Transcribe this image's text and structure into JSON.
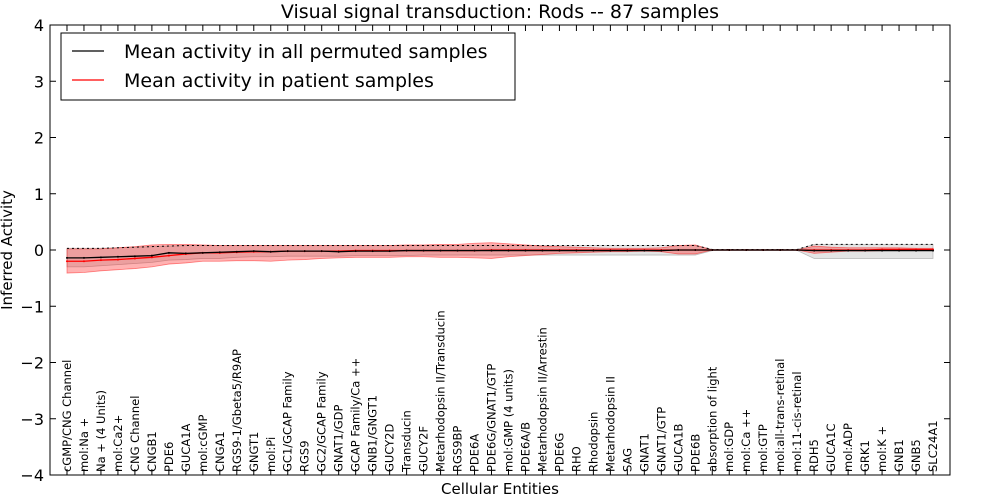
{
  "chart_data": {
    "type": "line",
    "title": "Visual signal transduction: Rods -- 87 samples",
    "xlabel": "Cellular Entities",
    "ylabel": "Inferred Activity",
    "ylim": [
      -4,
      4
    ],
    "yticks": [
      4,
      3,
      2,
      1,
      0,
      -1,
      -2,
      -3,
      -4
    ],
    "ytick_labels": [
      "4",
      "3",
      "2",
      "1",
      "0",
      "−1",
      "−2",
      "−3",
      "−4"
    ],
    "grid": false,
    "legend_position": "top-left",
    "categories": [
      "cGMP/CNG Channel",
      "mol:Na +",
      "Na + (4 Units)",
      "mol:Ca2+",
      "CNG Channel",
      "CNGB1",
      "PDE6",
      "GUCA1A",
      "mol:cGMP",
      "CNGA1",
      "RGS9-1/Gbeta5/R9AP",
      "GNGT1",
      "mol:Pi",
      "GC1/GCAP Family",
      "RGS9",
      "GC2/GCAP Family",
      "GNAT1/GDP",
      "GCAP Family/Ca ++",
      "GNB1/GNGT1",
      "GUCY2D",
      "Transducin",
      "GUCY2F",
      "Metarhodopsin II/Transducin",
      "RGS9BP",
      "PDE6A",
      "PDE6G/GNAT1/GTP",
      "mol:GMP (4 units)",
      "PDE6A/B",
      "Metarhodopsin II/Arrestin",
      "PDE6G",
      "RHO",
      "Rhodopsin",
      "Metarhodopsin II",
      "SAG",
      "GNAT1",
      "GNAT1/GTP",
      "GUCA1B",
      "PDE6B",
      "absorption of light",
      "mol:GDP",
      "mol:Ca ++",
      "mol:GTP",
      "mol:all-trans-retinal",
      "mol:11-cis-retinal",
      "RDH5",
      "GUCA1C",
      "mol:ADP",
      "GRK1",
      "mol:K +",
      "GNB1",
      "GNB5",
      "SLC24A1"
    ],
    "series": [
      {
        "name": "Mean activity in all permuted samples",
        "color": "#000000",
        "values": [
          -0.14,
          -0.14,
          -0.13,
          -0.12,
          -0.11,
          -0.1,
          -0.05,
          -0.06,
          -0.05,
          -0.04,
          -0.03,
          -0.02,
          -0.03,
          -0.02,
          -0.02,
          -0.02,
          -0.03,
          -0.02,
          -0.02,
          -0.02,
          -0.01,
          -0.01,
          -0.01,
          -0.01,
          -0.01,
          -0.01,
          -0.01,
          -0.01,
          -0.01,
          -0.01,
          -0.01,
          -0.01,
          -0.01,
          -0.01,
          -0.01,
          -0.01,
          0,
          0,
          0,
          0,
          0,
          0,
          0,
          0,
          -0.01,
          -0.01,
          -0.01,
          -0.01,
          -0.01,
          -0.01,
          -0.01,
          -0.01
        ],
        "band_low": [
          -0.3,
          -0.3,
          -0.28,
          -0.26,
          -0.24,
          -0.22,
          -0.18,
          -0.17,
          -0.15,
          -0.15,
          -0.13,
          -0.12,
          -0.12,
          -0.11,
          -0.11,
          -0.11,
          -0.11,
          -0.1,
          -0.1,
          -0.1,
          -0.1,
          -0.09,
          -0.09,
          -0.09,
          -0.09,
          -0.09,
          -0.09,
          -0.09,
          -0.09,
          -0.09,
          -0.09,
          -0.09,
          -0.09,
          -0.09,
          -0.09,
          -0.09,
          -0.09,
          -0.09,
          -0.01,
          -0.01,
          -0.01,
          -0.01,
          -0.01,
          -0.01,
          -0.15,
          -0.15,
          -0.15,
          -0.15,
          -0.15,
          -0.15,
          -0.15,
          -0.15
        ],
        "band_high": [
          0.03,
          0.03,
          0.03,
          0.04,
          0.05,
          0.06,
          0.07,
          0.08,
          0.08,
          0.08,
          0.08,
          0.08,
          0.08,
          0.08,
          0.08,
          0.08,
          0.08,
          0.08,
          0.08,
          0.08,
          0.08,
          0.08,
          0.08,
          0.08,
          0.08,
          0.08,
          0.08,
          0.08,
          0.08,
          0.08,
          0.08,
          0.08,
          0.08,
          0.08,
          0.08,
          0.08,
          0.08,
          0.08,
          0.01,
          0.01,
          0.01,
          0.01,
          0.01,
          0.01,
          0.1,
          0.1,
          0.1,
          0.1,
          0.1,
          0.1,
          0.1,
          0.1
        ]
      },
      {
        "name": "Mean activity in patient samples",
        "color": "#ff0000",
        "values": [
          -0.2,
          -0.2,
          -0.18,
          -0.17,
          -0.15,
          -0.13,
          -0.1,
          -0.07,
          -0.05,
          -0.05,
          -0.04,
          -0.03,
          -0.03,
          -0.02,
          -0.02,
          -0.02,
          -0.02,
          -0.01,
          -0.01,
          -0.01,
          -0.01,
          -0.01,
          -0.01,
          -0.01,
          -0.01,
          0,
          0,
          0,
          0,
          0,
          0,
          0,
          0,
          0,
          0,
          0,
          0,
          0,
          0,
          0,
          0,
          0,
          0,
          0,
          0,
          0,
          0,
          0,
          0.01,
          0.01,
          0.01,
          0.01
        ],
        "band_low": [
          -0.41,
          -0.4,
          -0.37,
          -0.35,
          -0.33,
          -0.3,
          -0.25,
          -0.23,
          -0.2,
          -0.2,
          -0.19,
          -0.19,
          -0.2,
          -0.18,
          -0.17,
          -0.15,
          -0.14,
          -0.13,
          -0.13,
          -0.13,
          -0.12,
          -0.12,
          -0.13,
          -0.13,
          -0.14,
          -0.15,
          -0.12,
          -0.1,
          -0.08,
          -0.06,
          -0.05,
          -0.04,
          -0.03,
          -0.03,
          -0.02,
          -0.03,
          -0.07,
          -0.07,
          0,
          0,
          0,
          0,
          0,
          0,
          -0.06,
          -0.04,
          -0.02,
          -0.02,
          -0.01,
          -0.01,
          -0.01,
          -0.01
        ],
        "band_high": [
          0.02,
          0.02,
          0.02,
          0.04,
          0.06,
          0.09,
          0.1,
          0.1,
          0.09,
          0.08,
          0.08,
          0.08,
          0.08,
          0.08,
          0.08,
          0.08,
          0.08,
          0.08,
          0.08,
          0.08,
          0.09,
          0.09,
          0.1,
          0.1,
          0.12,
          0.13,
          0.11,
          0.09,
          0.07,
          0.06,
          0.05,
          0.04,
          0.03,
          0.03,
          0.03,
          0.04,
          0.08,
          0.09,
          0,
          0,
          0,
          0,
          0,
          0,
          0.07,
          0.05,
          0.04,
          0.04,
          0.04,
          0.04,
          0.03,
          0.03
        ]
      }
    ]
  }
}
